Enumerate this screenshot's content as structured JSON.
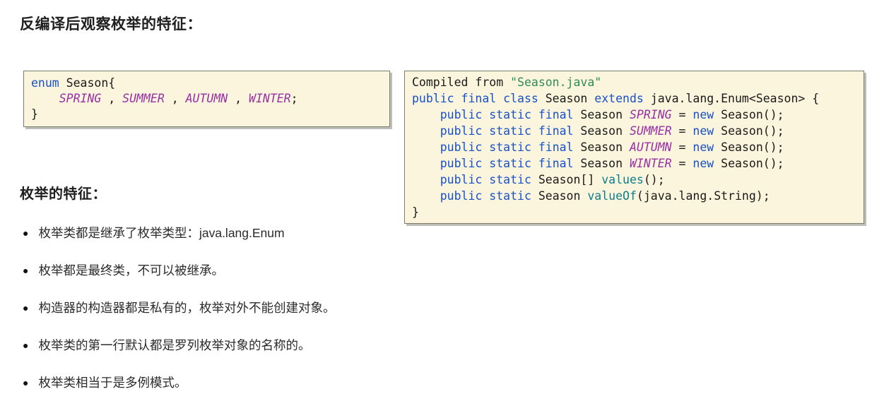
{
  "title": "反编译后观察枚举的特征：",
  "colors": {
    "code-bg": "#faf5dc",
    "code-border": "#7d7d6e",
    "keyword": "#1750c8",
    "plain": "#1a1a1a",
    "enum-const": "#9a2fa5",
    "string": "#2e8b57",
    "method": "#0d7d8c",
    "text": "#262626"
  },
  "code_left": {
    "lines": [
      [
        {
          "t": "enum",
          "c": "k"
        },
        {
          "t": " Season{",
          "c": "p"
        }
      ],
      [
        {
          "t": "    ",
          "c": "p"
        },
        {
          "t": "SPRING",
          "c": "e"
        },
        {
          "t": " , ",
          "c": "p"
        },
        {
          "t": "SUMMER",
          "c": "e"
        },
        {
          "t": " , ",
          "c": "p"
        },
        {
          "t": "AUTUMN",
          "c": "e"
        },
        {
          "t": " , ",
          "c": "p"
        },
        {
          "t": "WINTER",
          "c": "e"
        },
        {
          "t": ";",
          "c": "p"
        }
      ],
      [
        {
          "t": "}",
          "c": "p"
        }
      ]
    ]
  },
  "code_right": {
    "lines": [
      [
        {
          "t": "Compiled from ",
          "c": "p"
        },
        {
          "t": "\"Season.java\"",
          "c": "s"
        }
      ],
      [
        {
          "t": "public final class",
          "c": "k"
        },
        {
          "t": " Season ",
          "c": "p"
        },
        {
          "t": "extends",
          "c": "k"
        },
        {
          "t": " java.lang.Enum<Season> {",
          "c": "p"
        }
      ],
      [
        {
          "t": "    ",
          "c": "p"
        },
        {
          "t": "public static final",
          "c": "k"
        },
        {
          "t": " Season ",
          "c": "p"
        },
        {
          "t": "SPRING",
          "c": "e"
        },
        {
          "t": " = ",
          "c": "p"
        },
        {
          "t": "new",
          "c": "k"
        },
        {
          "t": " Season();",
          "c": "p"
        }
      ],
      [
        {
          "t": "    ",
          "c": "p"
        },
        {
          "t": "public static final",
          "c": "k"
        },
        {
          "t": " Season ",
          "c": "p"
        },
        {
          "t": "SUMMER",
          "c": "e"
        },
        {
          "t": " = ",
          "c": "p"
        },
        {
          "t": "new",
          "c": "k"
        },
        {
          "t": " Season();",
          "c": "p"
        }
      ],
      [
        {
          "t": "    ",
          "c": "p"
        },
        {
          "t": "public static final",
          "c": "k"
        },
        {
          "t": " Season ",
          "c": "p"
        },
        {
          "t": "AUTUMN",
          "c": "e"
        },
        {
          "t": " = ",
          "c": "p"
        },
        {
          "t": "new",
          "c": "k"
        },
        {
          "t": " Season();",
          "c": "p"
        }
      ],
      [
        {
          "t": "    ",
          "c": "p"
        },
        {
          "t": "public static final",
          "c": "k"
        },
        {
          "t": " Season ",
          "c": "p"
        },
        {
          "t": "WINTER",
          "c": "e"
        },
        {
          "t": " = ",
          "c": "p"
        },
        {
          "t": "new",
          "c": "k"
        },
        {
          "t": " Season();",
          "c": "p"
        }
      ],
      [
        {
          "t": "    ",
          "c": "p"
        },
        {
          "t": "public static",
          "c": "k"
        },
        {
          "t": " Season[] ",
          "c": "p"
        },
        {
          "t": "values",
          "c": "m"
        },
        {
          "t": "();",
          "c": "p"
        }
      ],
      [
        {
          "t": "    ",
          "c": "p"
        },
        {
          "t": "public static",
          "c": "k"
        },
        {
          "t": " Season ",
          "c": "p"
        },
        {
          "t": "valueOf",
          "c": "m"
        },
        {
          "t": "(java.lang.String);",
          "c": "p"
        }
      ],
      [
        {
          "t": "}",
          "c": "p"
        }
      ]
    ]
  },
  "features": {
    "heading": "枚举的特征：",
    "bullet_marker": "●",
    "bullets": [
      "枚举类都是继承了枚举类型：java.lang.Enum",
      "枚举都是最终类，不可以被继承。",
      "构造器的构造器都是私有的，枚举对外不能创建对象。",
      "枚举类的第一行默认都是罗列枚举对象的名称的。",
      "枚举类相当于是多例模式。"
    ]
  }
}
